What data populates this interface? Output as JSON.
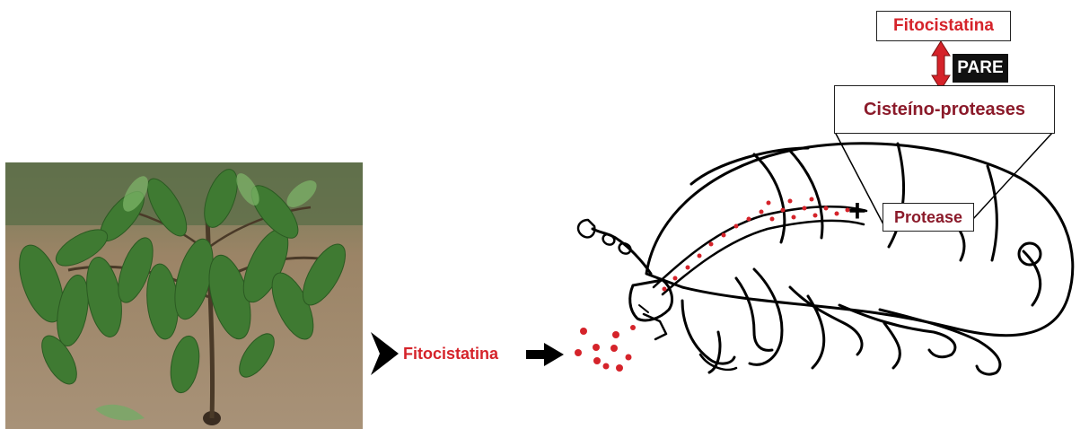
{
  "labels": {
    "fitocistatina_top": "Fitocistatina",
    "pare": "PARE",
    "cisteino_proteases": "Cisteíno-proteases",
    "protease": "Protease",
    "plus_sign": "+",
    "fitocistatina_bottom": "Fitocistatina"
  },
  "colors": {
    "inhibitor_red": "#d5232a",
    "enzyme_dark_red": "#8b1a2a",
    "pare_badge_bg": "#111111",
    "leaf_green": "#3f7a32",
    "soil_brown": "#9b8466"
  },
  "icons": {
    "arrow_pointer": "black-chevron-arrow",
    "flow_arrow": "black-right-arrow",
    "inhibition_arrow": "red-double-arrow"
  }
}
